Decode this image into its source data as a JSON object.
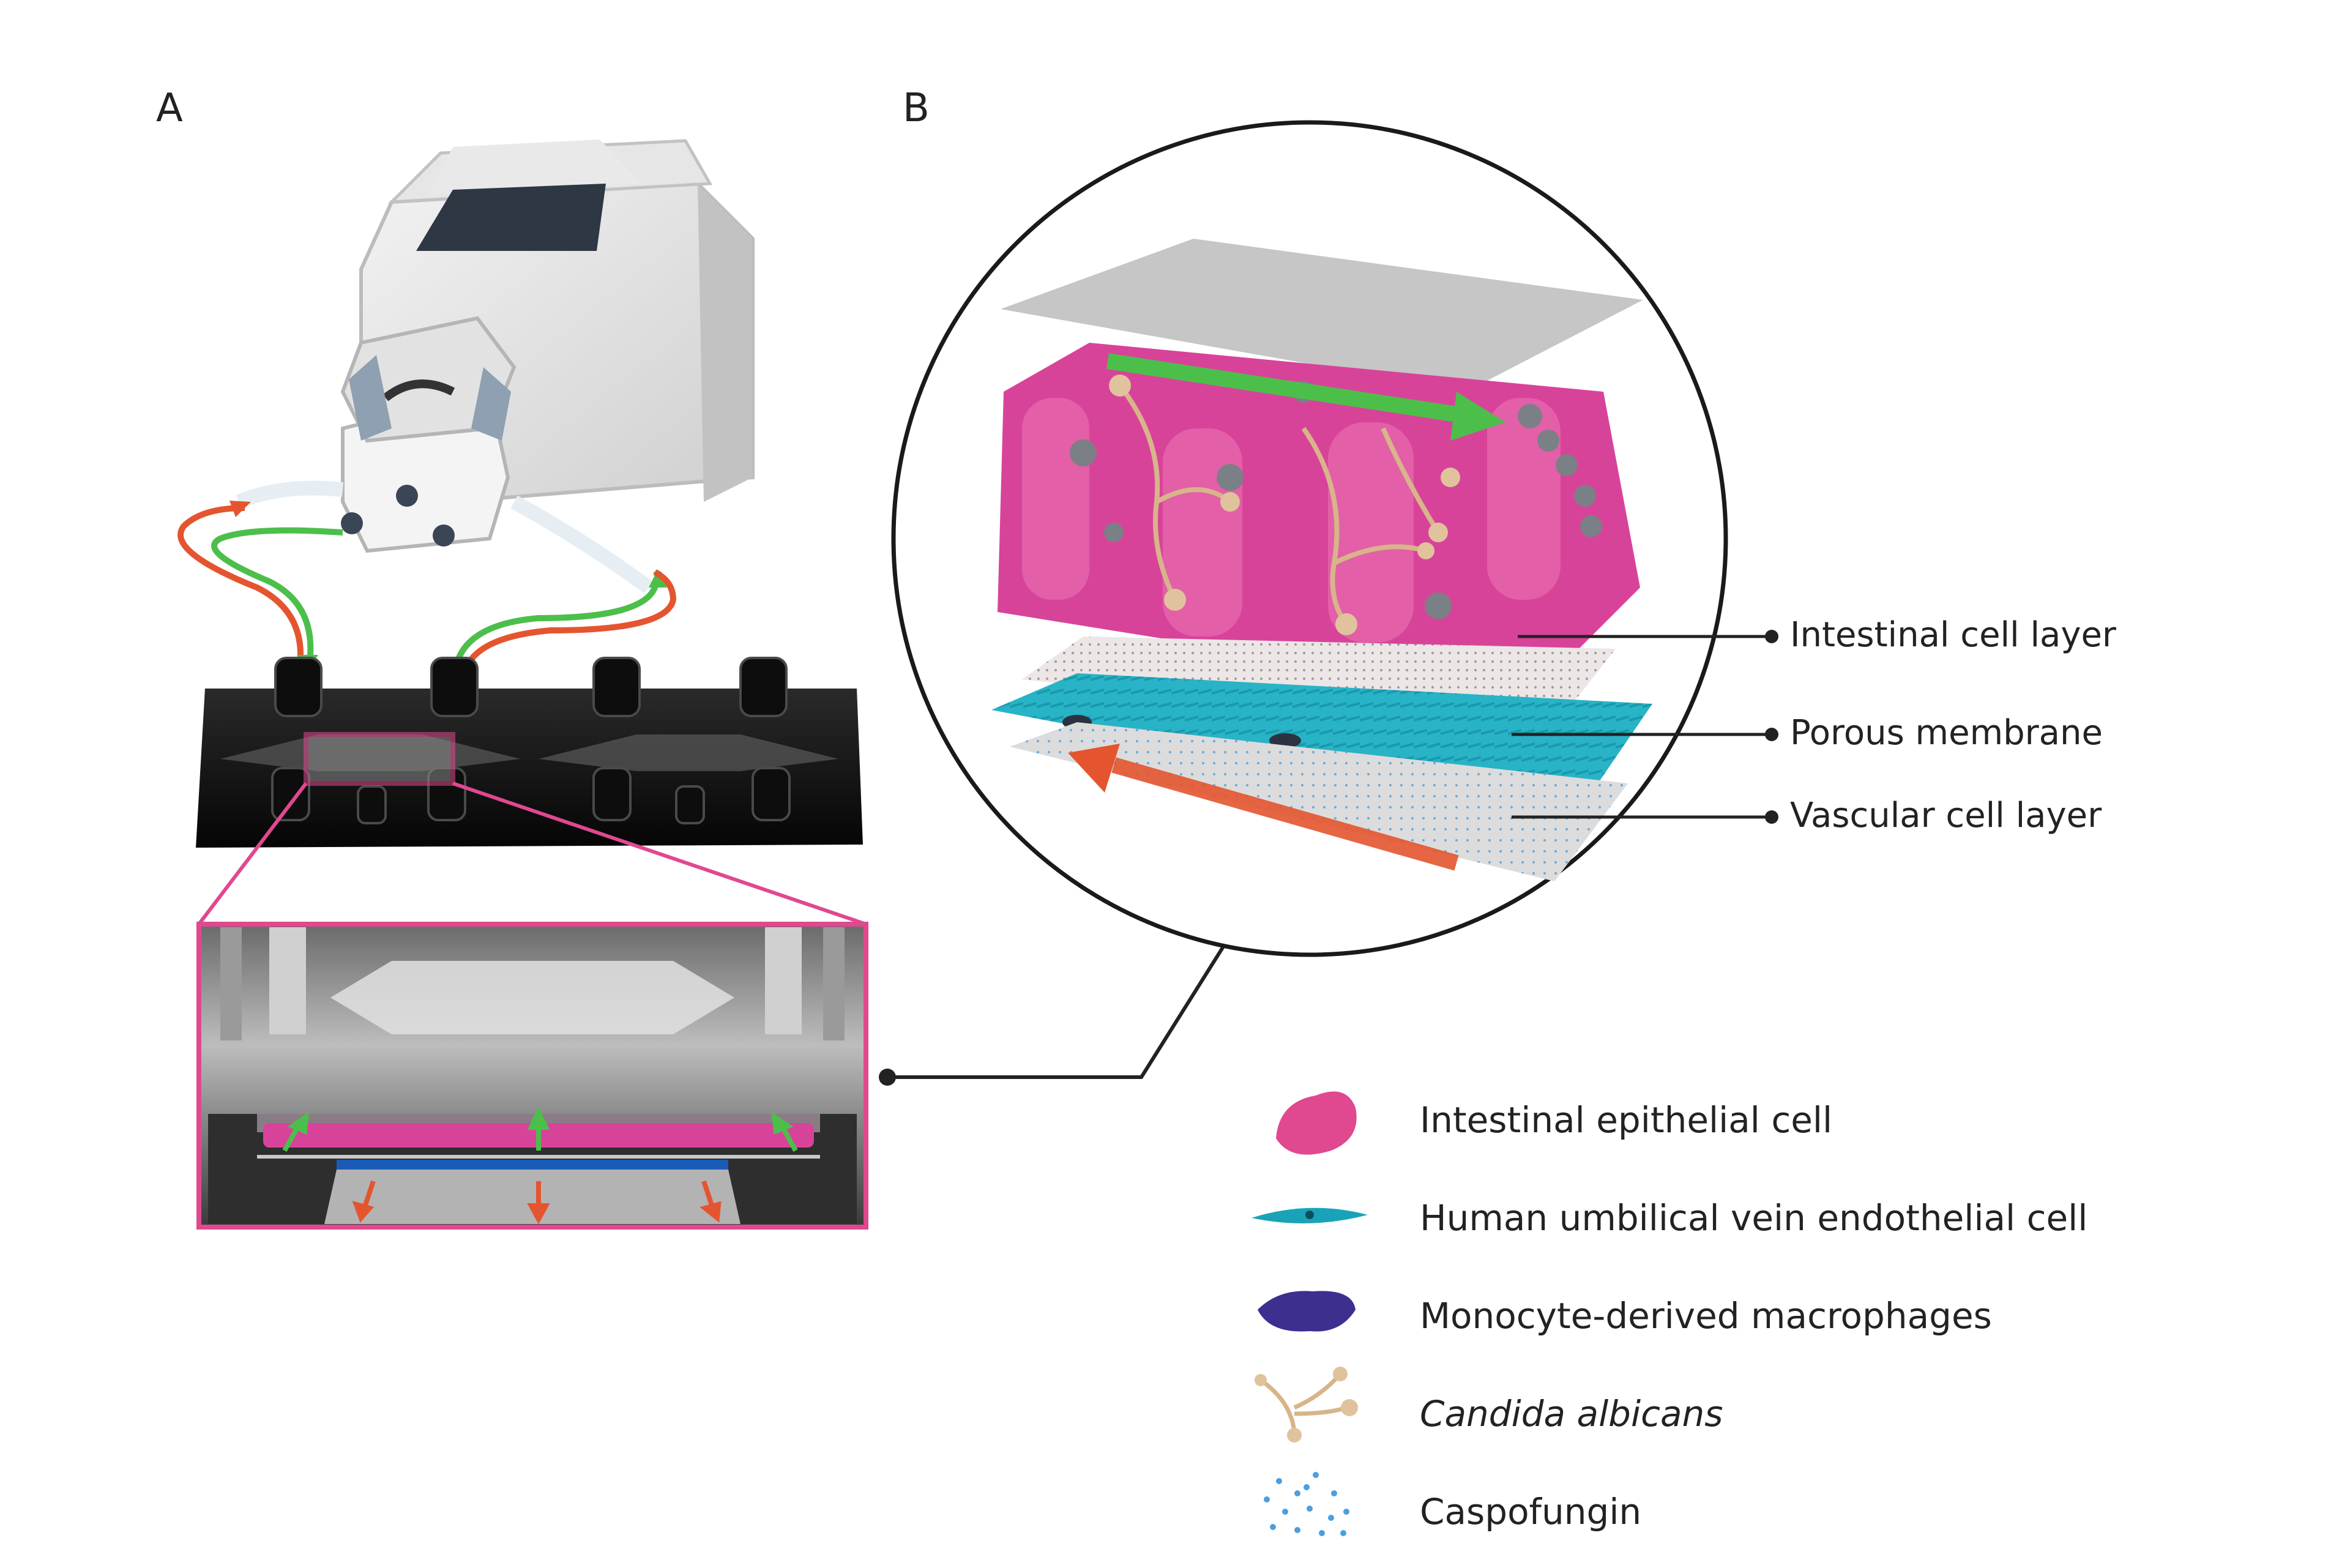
{
  "panels": {
    "a_label": "A",
    "b_label": "B"
  },
  "callouts": [
    {
      "label": "Intestinal cell layer"
    },
    {
      "label": "Porous membrane"
    },
    {
      "label": "Vascular cell layer"
    }
  ],
  "legend": [
    {
      "label": "Intestinal epithelial cell",
      "icon": "epithelial-cell-icon",
      "color": "#e0488f"
    },
    {
      "label": "Human umbilical vein endothelial cell",
      "icon": "endothelial-cell-icon",
      "color": "#1aa3b8"
    },
    {
      "label": "Monocyte-derived macrophages",
      "icon": "macrophage-icon",
      "color": "#3b2f8f"
    },
    {
      "label": "Candida albicans",
      "icon": "candida-icon",
      "color": "#d8b48a"
    },
    {
      "label": "Caspofungin",
      "icon": "caspofungin-icon",
      "color": "#4a9fe0"
    }
  ],
  "colors": {
    "flow_green": "#4cbf4a",
    "flow_red": "#e4552f",
    "highlight_pink": "#e0488f",
    "chip_black": "#111111"
  }
}
